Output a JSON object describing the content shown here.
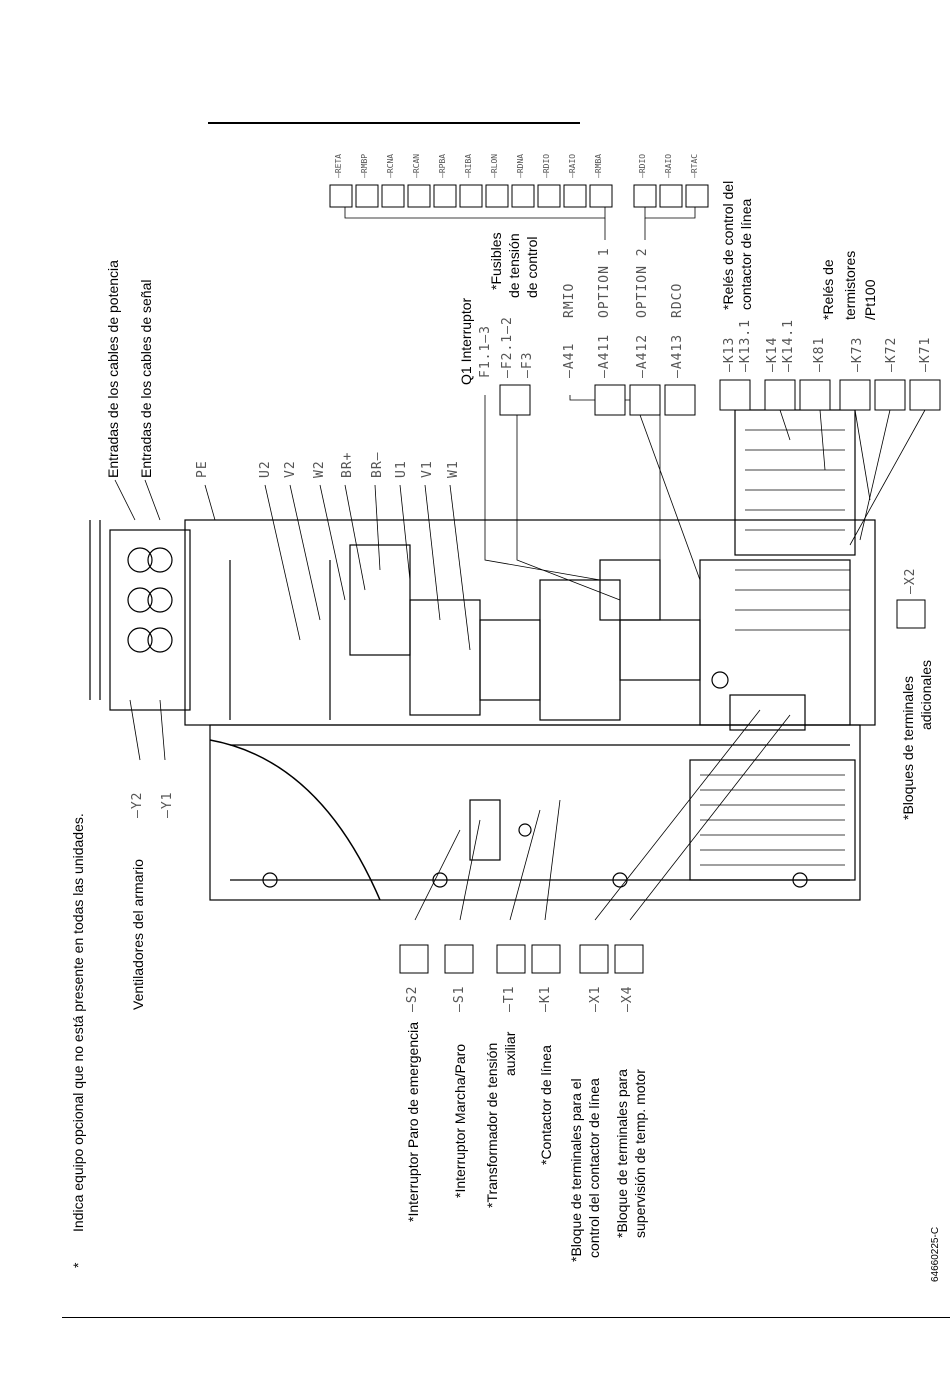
{
  "note": {
    "asterisk": "*",
    "text": "Indica equipo opcional que no está presente en todas las unidades."
  },
  "left_labels": {
    "fans": "Ventiladores del armario",
    "s2": "*Interruptor Paro de emergencia",
    "s1": "*Interruptor Marcha/Paro",
    "t1_line1": "*Transformador de tensión",
    "t1_line2": "auxiliar",
    "k1": "*Contactor de línea",
    "x1_line1": "*Bloque de terminales para el",
    "x1_line2": "control del contactor de línea",
    "x4_line1": "*Bloque de terminales para",
    "x4_line2": "supervisión de temp. motor"
  },
  "designations_left": {
    "y2": "–Y2",
    "y1": "–Y1",
    "s2": "–S2",
    "s1": "–S1",
    "t1": "–T1",
    "k1": "–K1",
    "x1": "–X1",
    "x4": "–X4"
  },
  "top_labels": {
    "power_cables": "Entradas de los cables de potencia",
    "signal_cables": "Entradas de los cables de señal",
    "q1": "Q1 Interruptor",
    "fuses_line1": "*Fusibles",
    "fuses_line2": "de tensión",
    "fuses_line3": "de control",
    "relays_line1": "*Relés de control del",
    "relays_line2": "contactor de línea",
    "therm_line1": "*Relés de",
    "therm_line2": "termistores",
    "therm_line3": "/Pt100"
  },
  "terminals": [
    "PE",
    "U2",
    "V2",
    "W2",
    "BR+",
    "BR–",
    "U1",
    "V1",
    "W1"
  ],
  "designations_top": {
    "f1": "F1.1–3",
    "f2": "–F2.1–2",
    "f3": "–F3",
    "a41": "–A41",
    "a41_label": "RMIO",
    "a411": "–A411",
    "a411_label": "OPTION 1",
    "a412": "–A412",
    "a412_label": "OPTION 2",
    "a413": "–A413",
    "a413_label": "RDCO",
    "k13": "–K13",
    "k131": "–K13.1",
    "k14": "–K14",
    "k141": "–K14.1",
    "k81": "–K81",
    "k73": "–K73",
    "k72": "–K72",
    "k71": "–K71"
  },
  "option_modules": [
    "–RETA",
    "–RMBP",
    "–RCNA",
    "–RCAN",
    "–RPBA",
    "–RIBA",
    "–RLON",
    "–RDNA",
    "–RDIO",
    "–RAIO",
    "–RMBA"
  ],
  "option_modules_2": [
    "–RDIO",
    "–RAIO",
    "–RTAC"
  ],
  "bottom": {
    "x2_label_line1": "*Bloques de terminales",
    "x2_label_line2": "adicionales",
    "x2": "–X2"
  },
  "figure_code": "64660225-C"
}
